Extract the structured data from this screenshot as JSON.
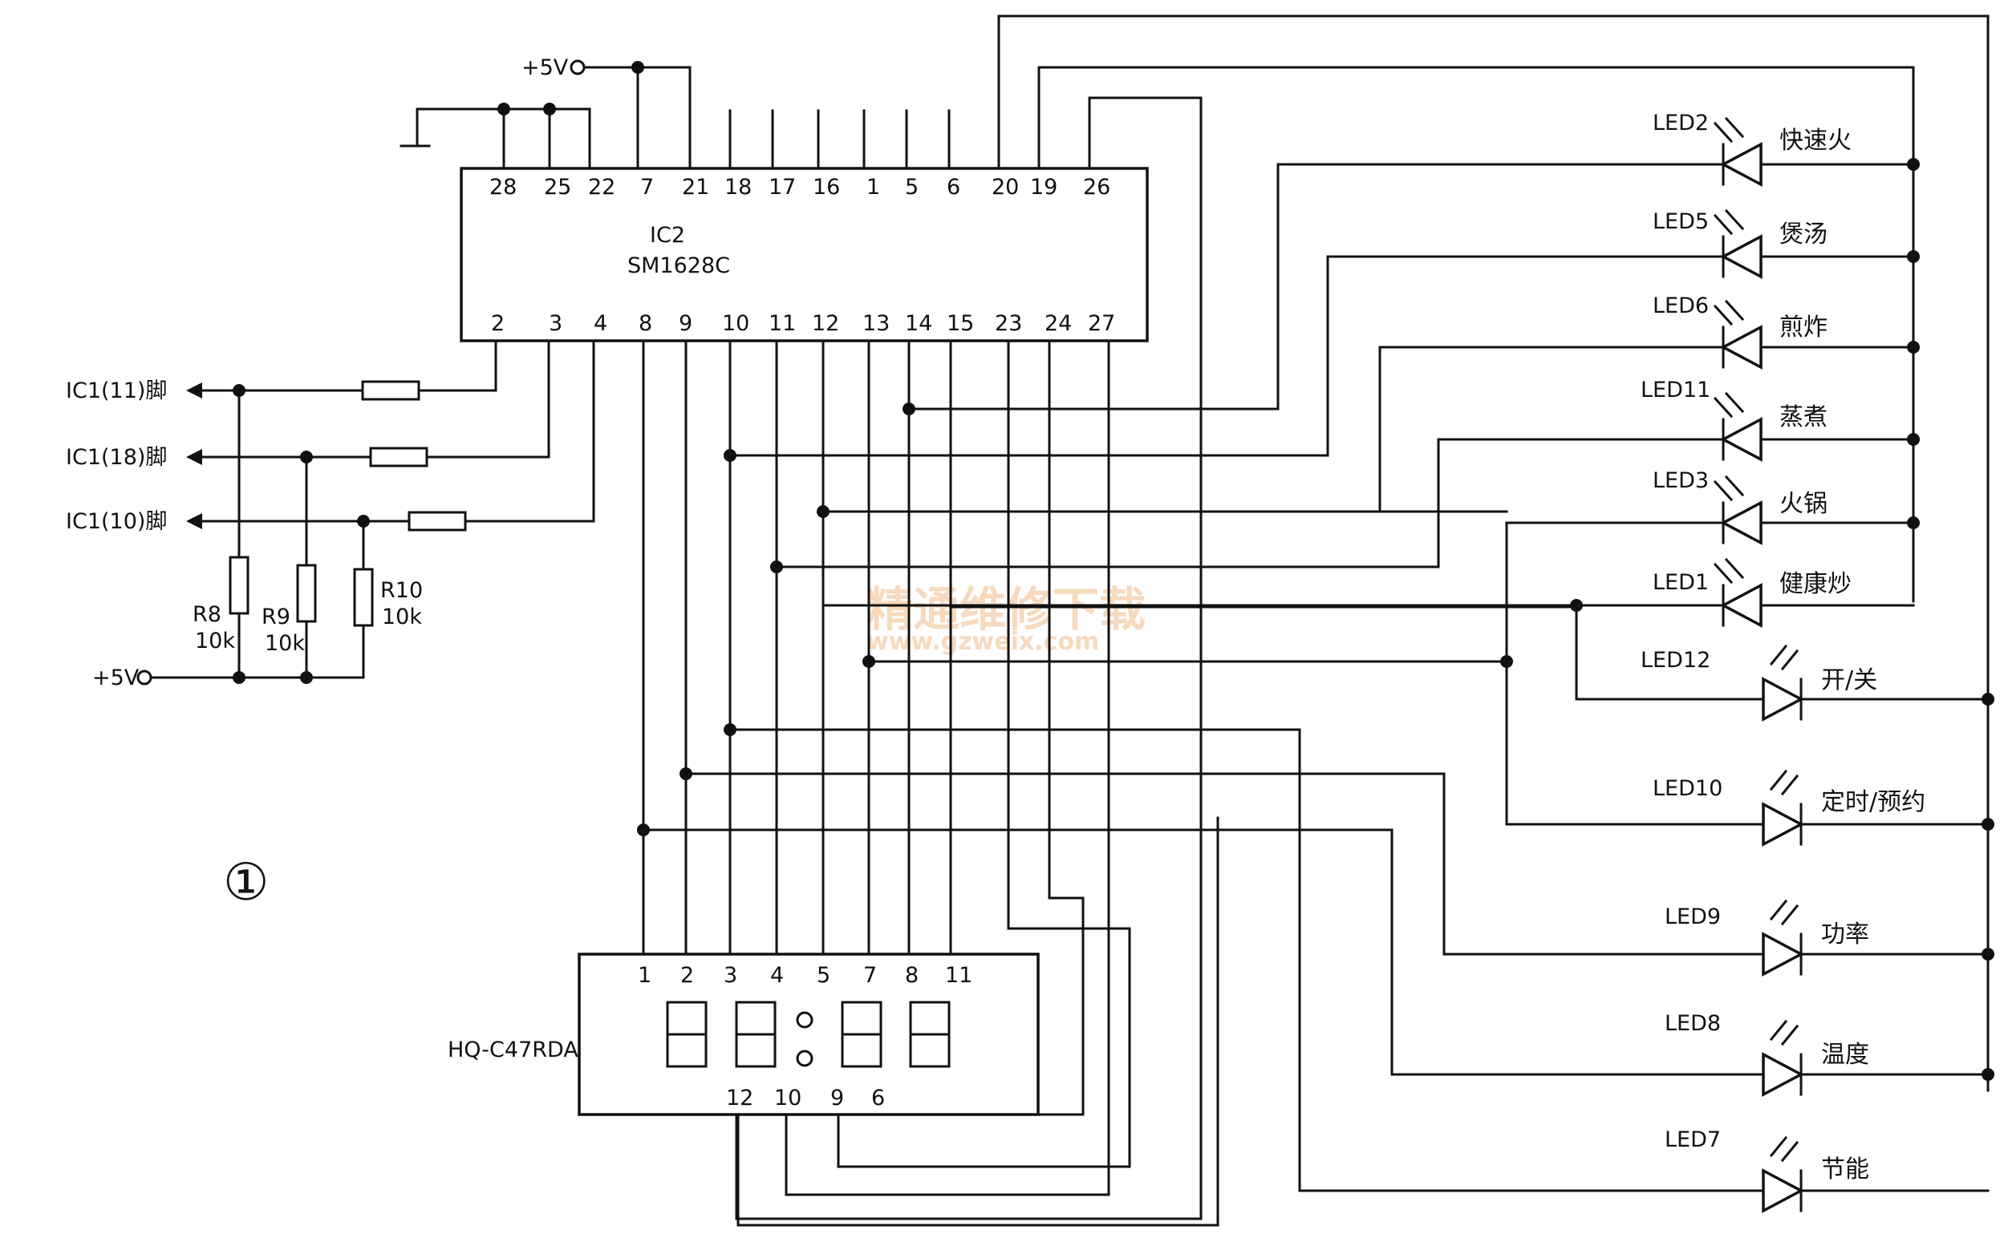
{
  "figure_number": "①",
  "ic2": {
    "ref": "IC2",
    "part": "SM1628C",
    "top_pins": [
      "28",
      "25",
      "22",
      "7",
      "21",
      "18",
      "17",
      "16",
      "1",
      "5",
      "6",
      "20",
      "19",
      "26"
    ],
    "bottom_pins": [
      "2",
      "3",
      "4",
      "8",
      "9",
      "10",
      "11",
      "12",
      "13",
      "14",
      "15",
      "23",
      "24",
      "27"
    ]
  },
  "power": {
    "vcc_top": "+5V",
    "vcc_left": "+5V"
  },
  "interface": [
    {
      "label": "IC1(11)脚"
    },
    {
      "label": "IC1(18)脚"
    },
    {
      "label": "IC1(10)脚"
    }
  ],
  "resistors": [
    {
      "ref": "R8",
      "value": "10k"
    },
    {
      "ref": "R9",
      "value": "10k"
    },
    {
      "ref": "R10",
      "value": "10k"
    }
  ],
  "display": {
    "part": "HQ-C47RDA",
    "top_pins": [
      "1",
      "2",
      "3",
      "4",
      "5",
      "7",
      "8",
      "11"
    ],
    "bottom_pins": [
      "12",
      "10",
      "9",
      "6"
    ]
  },
  "leds": [
    {
      "ref": "LED2",
      "name": "快速火"
    },
    {
      "ref": "LED5",
      "name": "煲汤"
    },
    {
      "ref": "LED6",
      "name": "煎炸"
    },
    {
      "ref": "LED11",
      "name": "蒸煮"
    },
    {
      "ref": "LED3",
      "name": "火锅"
    },
    {
      "ref": "LED1",
      "name": "健康炒"
    },
    {
      "ref": "LED12",
      "name": "开/关"
    },
    {
      "ref": "LED10",
      "name": "定时/预约"
    },
    {
      "ref": "LED9",
      "name": "功率"
    },
    {
      "ref": "LED8",
      "name": "温度"
    },
    {
      "ref": "LED7",
      "name": "节能"
    }
  ],
  "watermark": {
    "title": "精通维修下载",
    "url": "www.gzweix.com"
  }
}
